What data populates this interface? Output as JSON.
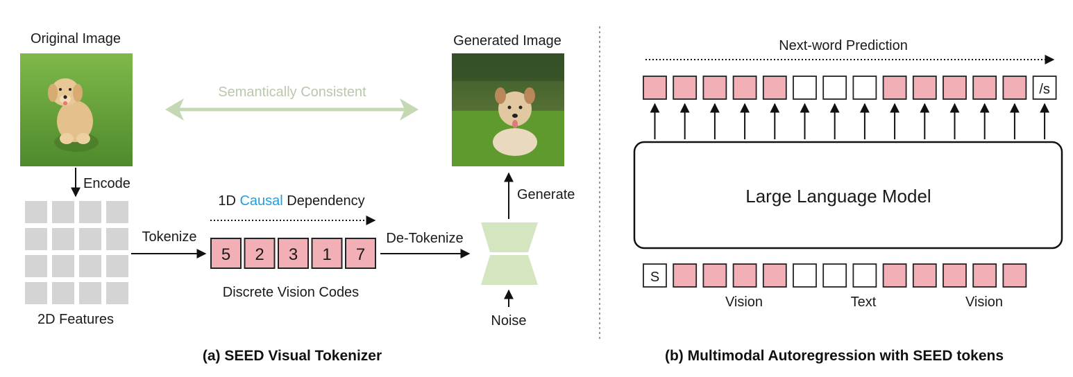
{
  "left_panel": {
    "original_image_label": "Original Image",
    "generated_image_label": "Generated Image",
    "semantic_label": "Semantically Consistent",
    "encode_label": "Encode",
    "features_label": "2D Features",
    "tokenize_label": "Tokenize",
    "causal_prefix": "1D ",
    "causal_word": "Causal",
    "causal_suffix": " Dependency",
    "codes": [
      "5",
      "2",
      "3",
      "1",
      "7"
    ],
    "codes_label": "Discrete Vision Codes",
    "detokenize_label": "De-Tokenize",
    "generate_label": "Generate",
    "noise_label": "Noise",
    "caption": "(a) SEED Visual Tokenizer"
  },
  "right_panel": {
    "prediction_label": "Next-word Prediction",
    "llm_label": "Large Language Model",
    "output_tokens": [
      "v",
      "v",
      "v",
      "v",
      "v",
      "t",
      "t",
      "t",
      "v",
      "v",
      "v",
      "v",
      "v",
      "e"
    ],
    "output_end_label": "/s",
    "input_tokens": [
      "s",
      "v",
      "v",
      "v",
      "v",
      "t",
      "t",
      "t",
      "v",
      "v",
      "v",
      "v",
      "v"
    ],
    "input_start_label": "S",
    "group_labels": [
      "Vision",
      "Text",
      "Vision"
    ],
    "caption": "(b) Multimodal Autoregression with SEED tokens"
  },
  "colors": {
    "vision_token": "#f2b0b6",
    "text_token": "#ffffff",
    "token_border": "#222222",
    "feature_cell": "#d4d4d4",
    "decoder": "#d4e6c0",
    "semantic_arrow": "#c5d8b4",
    "causal_word": "#1ea0e0"
  }
}
